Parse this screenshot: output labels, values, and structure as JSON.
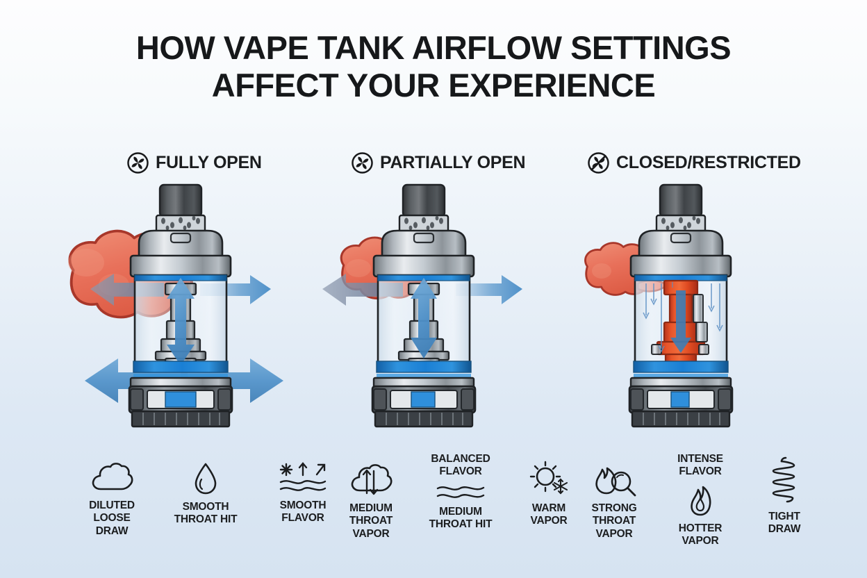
{
  "title": {
    "line1": "HOW VAPE TANK AIRFLOW SETTINGS",
    "line2": "AFFECT YOUR EXPERIENCE"
  },
  "colors": {
    "background_top": "#fdfdfe",
    "background_bottom": "#d6e3f1",
    "text": "#1b1d1f",
    "accent_blue": "#3d85c6",
    "band_blue": "#1a7fd4",
    "arrow_blue": "#4f91c9",
    "vapor_red": "#e8705a",
    "vapor_outline": "#a8372a",
    "hot_red": "#e34b24",
    "metal_light": "#e6e9ec",
    "metal_mid": "#9aa2a9",
    "metal_dark": "#4c5257",
    "tip_dark": "#3a3d40"
  },
  "columns": [
    {
      "id": "fully-open",
      "header": "FULLY OPEN",
      "icon": "fan-icon",
      "state": "open",
      "features": [
        {
          "icon": "cloud-icon",
          "label": "DILUTED\nLOOSE\nDRAW",
          "top": ""
        },
        {
          "icon": "droplet-icon",
          "label": "SMOOTH\nTHROAT HIT",
          "top": ""
        },
        {
          "icon": "airflow-waves-icon",
          "label": "SMOOTH\nFLAVOR",
          "top": ""
        }
      ]
    },
    {
      "id": "partially-open",
      "header": "PARTIALLY OPEN",
      "icon": "fan-icon",
      "state": "partial",
      "features": [
        {
          "icon": "cloud-updown-icon",
          "label": "MEDIUM\nTHROAT\nVAPOR",
          "top": ""
        },
        {
          "icon": "waves-icon",
          "label": "MEDIUM\nTHROAT HIT",
          "top": "BALANCED\nFLAVOR"
        },
        {
          "icon": "sun-snowflake-icon",
          "label": "WARM\nVAPOR",
          "top": ""
        }
      ]
    },
    {
      "id": "closed-restricted",
      "header": "CLOSED/RESTRICTED",
      "icon": "fan-blocked-icon",
      "state": "closed",
      "features": [
        {
          "icon": "flame-magnifier-icon",
          "label": "STRONG\nTHROAT\nVAPOR",
          "top": ""
        },
        {
          "icon": "flame-icon",
          "label": "HOTTER\nVAPOR",
          "top": "INTENSE\nFLAVOR"
        },
        {
          "icon": "coil-icon",
          "label": "TIGHT\nDRAW",
          "top": ""
        }
      ]
    }
  ]
}
